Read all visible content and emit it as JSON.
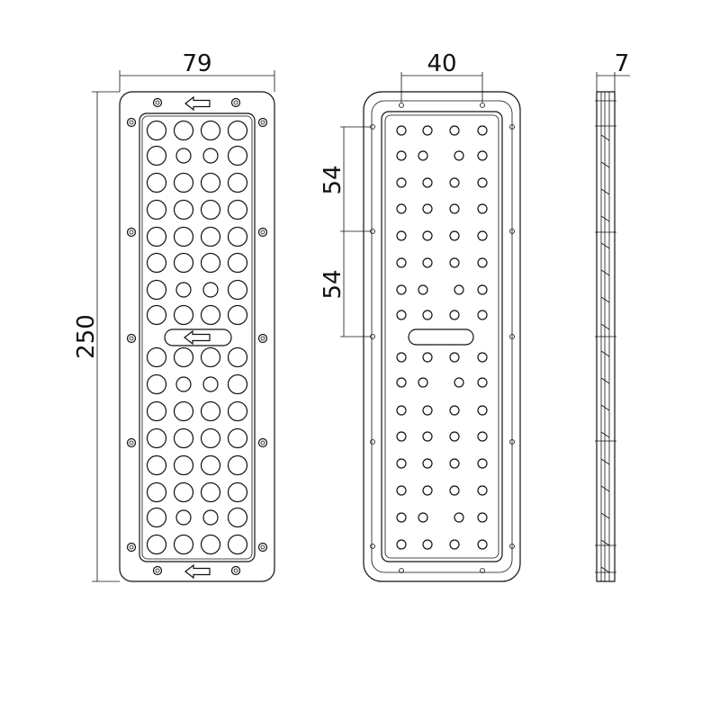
{
  "drawing": {
    "front_view": {
      "width_label": "79",
      "height_label": "250"
    },
    "back_view": {
      "hole_spacing_label": "40",
      "pitch_label_upper": "54",
      "pitch_label_lower": "54"
    },
    "side_view": {
      "thickness_label": "7"
    }
  },
  "icons": [
    "arrow-left-icon"
  ]
}
